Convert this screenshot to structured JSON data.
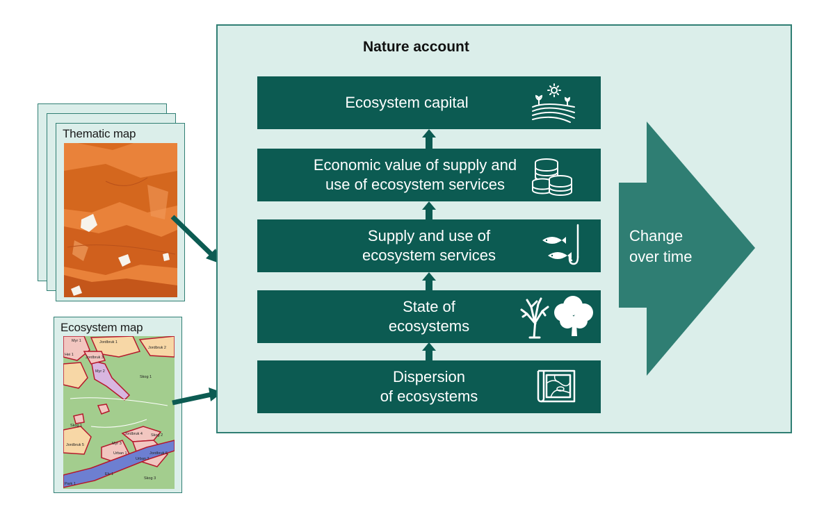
{
  "diagram": {
    "thematic_map": {
      "label": "Thematic map"
    },
    "ecosystem_map": {
      "label": "Ecosystem map",
      "region_labels": [
        "Myr 1",
        "Jordbruk 1",
        "Hei 1",
        "Jordbruk 3",
        "Jordbruk 2",
        "Myr 2",
        "Skog 1",
        "Jordbruk 4",
        "Skog 2",
        "Myr 3",
        "Jordbruk 5",
        "Skog 1",
        "Jordbruk 6",
        "Urban 1",
        "Urban 2",
        "Elv 1",
        "Skog 3",
        "Park 1"
      ]
    },
    "panel": {
      "title": "Nature account"
    },
    "levels": [
      {
        "id": "capital",
        "label": "Ecosystem capital",
        "icon": "landscape-icon"
      },
      {
        "id": "economic",
        "label_line1": "Economic value of supply and",
        "label_line2": "use of ecosystem services",
        "icon": "coins-icon"
      },
      {
        "id": "supply",
        "label_line1": "Supply and use of",
        "label_line2": "ecosystem services",
        "icon": "fish-hook-icon"
      },
      {
        "id": "state",
        "label_line1": "State of",
        "label_line2": "ecosystems",
        "icon": "trees-icon"
      },
      {
        "id": "dispersion",
        "label_line1": "Dispersion",
        "label_line2": "of ecosystems",
        "icon": "map-scroll-icon"
      }
    ],
    "change": {
      "line1": "Change",
      "line2": "over time"
    },
    "colors": {
      "box": "#0c5b52",
      "panel_bg": "#dbeeea",
      "panel_border": "#2f7e73",
      "arrow": "#2f7e73",
      "thematic_map": "#e0731d",
      "ecosystem_map": "#9fc98b"
    }
  }
}
